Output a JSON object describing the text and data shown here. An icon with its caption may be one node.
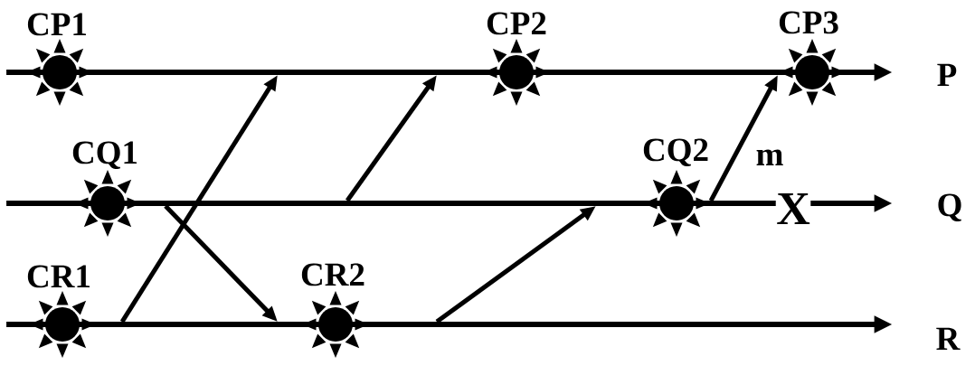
{
  "diagram": {
    "nodes": [
      {
        "text": [
          "P"
        ]
      },
      {
        "text": [
          "Q"
        ]
      },
      {
        "text": [
          "R"
        ]
      },
      {
        "text": [
          "CP1"
        ]
      },
      {
        "text": [
          "CP2"
        ]
      },
      {
        "text": [
          "CP3"
        ]
      },
      {
        "text": [
          "CQ1"
        ]
      },
      {
        "text": [
          "CQ2"
        ]
      },
      {
        "text": [
          "CR1"
        ]
      },
      {
        "text": [
          "CR2"
        ]
      }
    ],
    "edges": [
      {
        "from": 2,
        "to": 0,
        "arrow": "to"
      },
      {
        "from": 1,
        "to": 2,
        "arrow": "to"
      },
      {
        "from": 1,
        "to": 0,
        "arrow": "to"
      },
      {
        "from": 2,
        "to": 1,
        "arrow": "to"
      },
      {
        "from": 1,
        "to": 0,
        "arrow": "to",
        "label": "m"
      }
    ],
    "labels": [
      "X"
    ]
  }
}
